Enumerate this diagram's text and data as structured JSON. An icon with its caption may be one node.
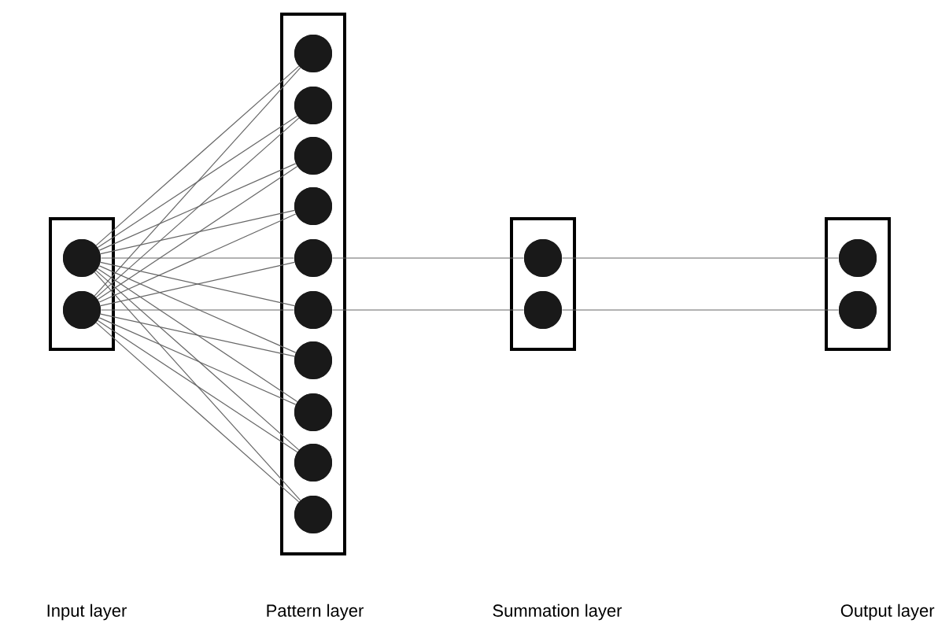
{
  "diagram": {
    "nodes": [
      {
        "text": [],
        "shape": "box"
      },
      {
        "text": [],
        "shape": "circle",
        "in": 0
      },
      {
        "text": [],
        "shape": "circle",
        "in": 0
      },
      {
        "text": [],
        "shape": "box"
      },
      {
        "text": [],
        "shape": "circle",
        "in": 3
      },
      {
        "text": [],
        "shape": "circle",
        "in": 3
      },
      {
        "text": [],
        "shape": "circle",
        "in": 3
      },
      {
        "text": [],
        "shape": "circle",
        "in": 3
      },
      {
        "text": [],
        "shape": "circle",
        "in": 3
      },
      {
        "text": [],
        "shape": "circle",
        "in": 3
      },
      {
        "text": [],
        "shape": "circle",
        "in": 3
      },
      {
        "text": [],
        "shape": "circle",
        "in": 3
      },
      {
        "text": [],
        "shape": "circle",
        "in": 3
      },
      {
        "text": [],
        "shape": "circle",
        "in": 3
      },
      {
        "text": [],
        "shape": "box"
      },
      {
        "text": [],
        "shape": "circle",
        "in": 14
      },
      {
        "text": [],
        "shape": "circle",
        "in": 14
      },
      {
        "text": [],
        "shape": "box"
      },
      {
        "text": [],
        "shape": "circle",
        "in": 17
      },
      {
        "text": [],
        "shape": "circle",
        "in": 17
      }
    ],
    "edges": [
      {
        "from": 1,
        "to": 4,
        "arrow": "none"
      },
      {
        "from": 1,
        "to": 5,
        "arrow": "none"
      },
      {
        "from": 1,
        "to": 6,
        "arrow": "none"
      },
      {
        "from": 1,
        "to": 7,
        "arrow": "none"
      },
      {
        "from": 1,
        "to": 8,
        "arrow": "none"
      },
      {
        "from": 1,
        "to": 9,
        "arrow": "none"
      },
      {
        "from": 1,
        "to": 10,
        "arrow": "none"
      },
      {
        "from": 1,
        "to": 11,
        "arrow": "none"
      },
      {
        "from": 1,
        "to": 12,
        "arrow": "none"
      },
      {
        "from": 1,
        "to": 13,
        "arrow": "none"
      },
      {
        "from": 2,
        "to": 4,
        "arrow": "none"
      },
      {
        "from": 2,
        "to": 5,
        "arrow": "none"
      },
      {
        "from": 2,
        "to": 6,
        "arrow": "none"
      },
      {
        "from": 2,
        "to": 7,
        "arrow": "none"
      },
      {
        "from": 2,
        "to": 8,
        "arrow": "none"
      },
      {
        "from": 2,
        "to": 9,
        "arrow": "none"
      },
      {
        "from": 2,
        "to": 10,
        "arrow": "none"
      },
      {
        "from": 2,
        "to": 11,
        "arrow": "none"
      },
      {
        "from": 2,
        "to": 12,
        "arrow": "none"
      },
      {
        "from": 2,
        "to": 13,
        "arrow": "none"
      },
      {
        "from": 8,
        "to": 15,
        "arrow": "none"
      },
      {
        "from": 9,
        "to": 16,
        "arrow": "none"
      },
      {
        "from": 15,
        "to": 18,
        "arrow": "none"
      },
      {
        "from": 16,
        "to": 19,
        "arrow": "none"
      }
    ],
    "labels": [
      "Input layer",
      "Pattern layer",
      "Summation layer",
      "Output layer"
    ]
  }
}
